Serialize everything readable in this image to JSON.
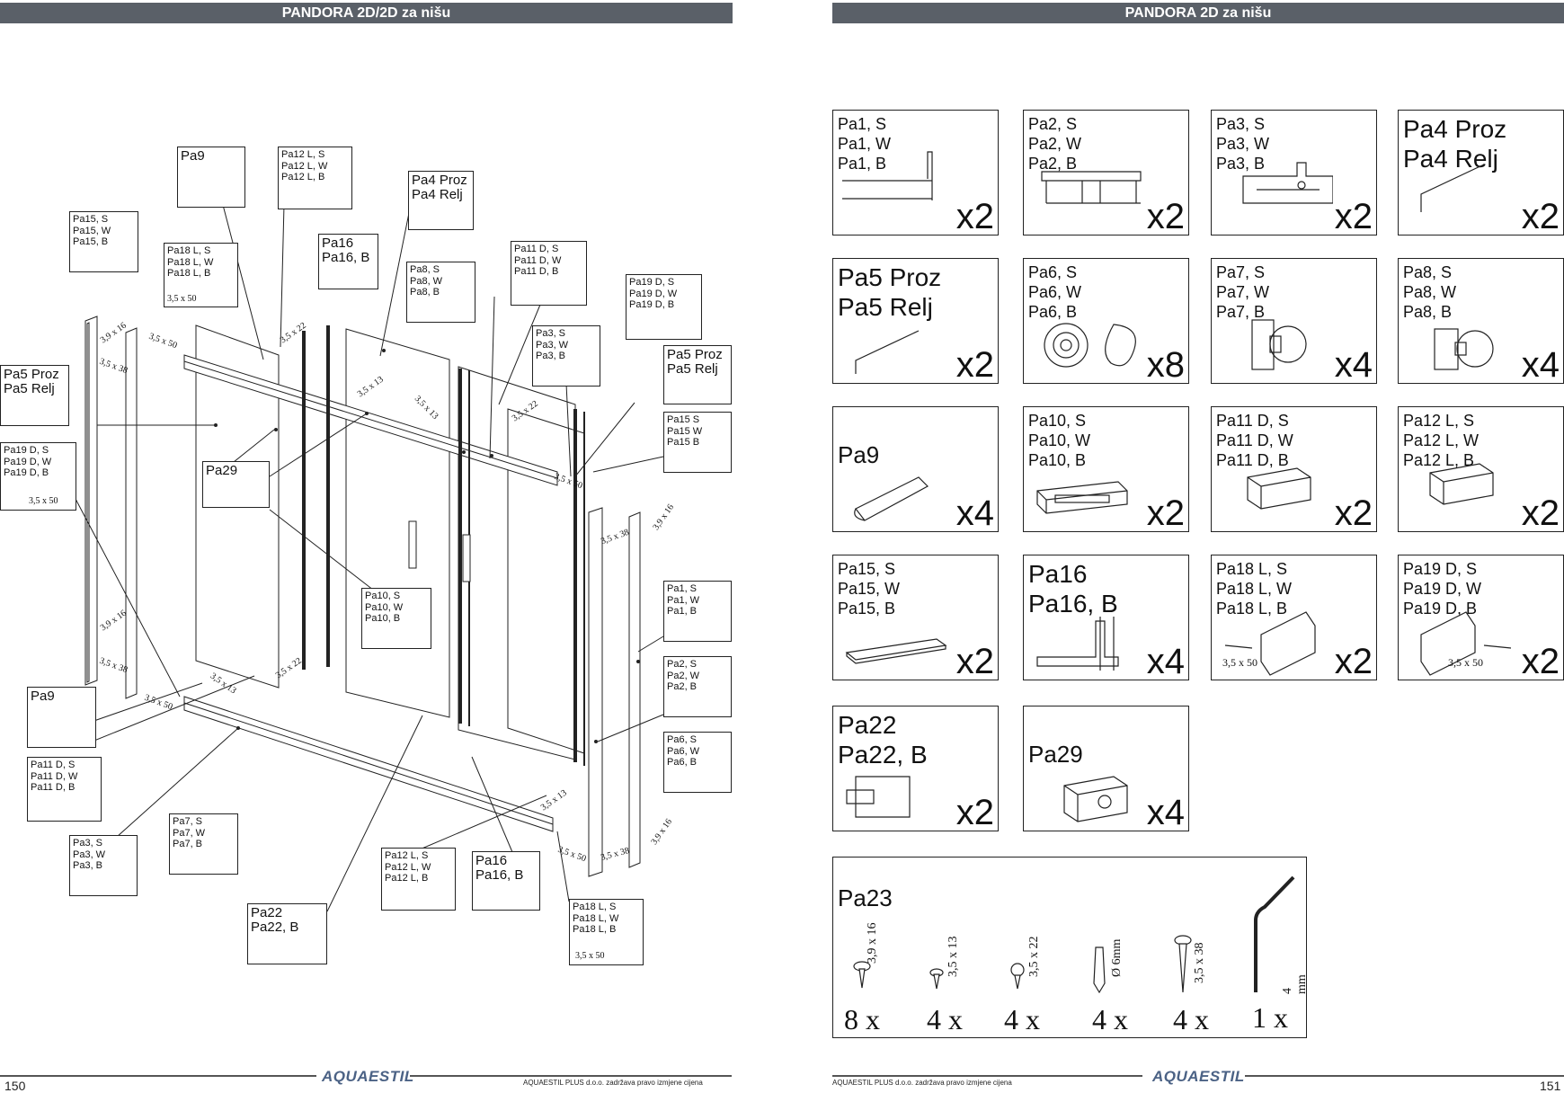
{
  "left_page": {
    "header": "PANDORA 2D/2D za nišu",
    "page_number": "150",
    "footer_text": "AQUAESTIL PLUS d.o.o. zadržava pravo izmjene cijena",
    "logo": "AQUAESTIL",
    "labels": [
      {
        "lines": [
          "Pa9"
        ]
      },
      {
        "lines": [
          "Pa12 L, S",
          "Pa12 L, W",
          "Pa12 L, B"
        ]
      },
      {
        "lines": [
          "Pa4 Proz",
          "Pa4 Relj"
        ]
      },
      {
        "lines": [
          "Pa15, S",
          "Pa15, W",
          "Pa15, B"
        ]
      },
      {
        "lines": [
          "Pa18 L, S",
          "Pa18 L, W",
          "Pa18 L, B"
        ]
      },
      {
        "lines": [
          "Pa16",
          "Pa16, B"
        ]
      },
      {
        "lines": [
          "Pa8, S",
          "Pa8, W",
          "Pa8, B"
        ]
      },
      {
        "lines": [
          "Pa11 D, S",
          "Pa11 D, W",
          "Pa11 D, B"
        ]
      },
      {
        "lines": [
          "Pa19 D, S",
          "Pa19 D, W",
          "Pa19 D, B"
        ]
      },
      {
        "lines": [
          "Pa3, S",
          "Pa3, W",
          "Pa3, B"
        ]
      },
      {
        "lines": [
          "Pa5 Proz",
          "Pa5 Relj"
        ]
      },
      {
        "lines": [
          "Pa5 Proz",
          "Pa5 Relj"
        ]
      },
      {
        "lines": [
          "Pa15 S",
          "Pa15 W",
          "Pa15 B"
        ]
      },
      {
        "lines": [
          "Pa19 D, S",
          "Pa19 D, W",
          "Pa19 D, B"
        ]
      },
      {
        "lines": [
          "Pa29"
        ]
      },
      {
        "lines": [
          "Pa10, S",
          "Pa10, W",
          "Pa10, B"
        ]
      },
      {
        "lines": [
          "Pa1, S",
          "Pa1, W",
          "Pa1, B"
        ]
      },
      {
        "lines": [
          "Pa2, S",
          "Pa2, W",
          "Pa2, B"
        ]
      },
      {
        "lines": [
          "Pa9"
        ]
      },
      {
        "lines": [
          "Pa11 D, S",
          "Pa11 D, W",
          "Pa11 D, B"
        ]
      },
      {
        "lines": [
          "Pa6, S",
          "Pa6, W",
          "Pa6, B"
        ]
      },
      {
        "lines": [
          "Pa7, S",
          "Pa7, W",
          "Pa7, B"
        ]
      },
      {
        "lines": [
          "Pa3, S",
          "Pa3, W",
          "Pa3, B"
        ]
      },
      {
        "lines": [
          "Pa12 L, S",
          "Pa12 L, W",
          "Pa12 L, B"
        ]
      },
      {
        "lines": [
          "Pa16",
          "Pa16, B"
        ]
      },
      {
        "lines": [
          "Pa18 L, S",
          "Pa18 L, W",
          "Pa18 L, B"
        ]
      },
      {
        "lines": [
          "Pa22",
          "Pa22, B"
        ]
      }
    ],
    "screw_labels": [
      "3,9 x 16",
      "3,5 x 38",
      "3,5 x 50",
      "3,5 x 22",
      "3,5 x 13",
      "3,5 x 13",
      "3,5 x 22",
      "3,5 x 50",
      "3,5 x 38",
      "3,9 x 16",
      "3,9 x 16",
      "3,5 x 38",
      "3,5 x 50",
      "3,5 x 13",
      "3,5 x 22",
      "3,5 x 13",
      "3,5 x 50",
      "3,5 x 38",
      "3,9 x 16",
      "3,5 x 50",
      "3,5 x 50",
      "3,5 x 50"
    ]
  },
  "right_page": {
    "header": "PANDORA 2D za nišu",
    "page_number": "151",
    "footer_text": "AQUAESTIL PLUS d.o.o. zadržava pravo izmjene cijena",
    "logo": "AQUAESTIL",
    "cards": [
      {
        "lines": [
          "Pa1, S",
          "Pa1, W",
          "Pa1, B"
        ],
        "qty": "x2"
      },
      {
        "lines": [
          "Pa2, S",
          "Pa2, W",
          "Pa2, B"
        ],
        "qty": "x2"
      },
      {
        "lines": [
          "Pa3, S",
          "Pa3, W",
          "Pa3, B"
        ],
        "qty": "x2"
      },
      {
        "lines": [
          "Pa4 Proz",
          "Pa4 Relj"
        ],
        "qty": "x2"
      },
      {
        "lines": [
          "Pa5 Proz",
          "Pa5 Relj"
        ],
        "qty": "x2"
      },
      {
        "lines": [
          "Pa6, S",
          "Pa6, W",
          "Pa6, B"
        ],
        "qty": "x8"
      },
      {
        "lines": [
          "Pa7, S",
          "Pa7, W",
          "Pa7, B"
        ],
        "qty": "x4"
      },
      {
        "lines": [
          "Pa8, S",
          "Pa8, W",
          "Pa8, B"
        ],
        "qty": "x4"
      },
      {
        "lines": [
          "Pa9"
        ],
        "qty": "x4"
      },
      {
        "lines": [
          "Pa10, S",
          "Pa10, W",
          "Pa10, B"
        ],
        "qty": "x2"
      },
      {
        "lines": [
          "Pa11 D, S",
          "Pa11 D, W",
          "Pa11 D, B"
        ],
        "qty": "x2"
      },
      {
        "lines": [
          "Pa12 L, S",
          "Pa12 L, W",
          "Pa12 L, B"
        ],
        "qty": "x2"
      },
      {
        "lines": [
          "Pa15, S",
          "Pa15, W",
          "Pa15, B"
        ],
        "qty": "x2"
      },
      {
        "lines": [
          "Pa16",
          "Pa16, B"
        ],
        "qty": "x4"
      },
      {
        "lines": [
          "Pa18 L, S",
          "Pa18 L, W",
          "Pa18 L, B"
        ],
        "qty": "x2",
        "screw": "3,5 x 50"
      },
      {
        "lines": [
          "Pa19 D, S",
          "Pa19 D, W",
          "Pa19 D, B"
        ],
        "qty": "x2",
        "screw": "3,5 x 50"
      },
      {
        "lines": [
          "Pa22",
          "Pa22, B"
        ],
        "qty": "x2"
      },
      {
        "lines": [
          "Pa29"
        ],
        "qty": "x4"
      }
    ],
    "pa23": {
      "title": "Pa23",
      "items": [
        {
          "size": "3,9 x 16",
          "qty": "8 x"
        },
        {
          "size": "3,5 x 13",
          "qty": "4 x"
        },
        {
          "size": "3,5 x 22",
          "qty": "4 x"
        },
        {
          "size": "Ø 6mm",
          "qty": "4 x"
        },
        {
          "size": "3,5 x 38",
          "qty": "4 x"
        },
        {
          "size": "4 mm",
          "qty": "1 x"
        }
      ]
    }
  }
}
